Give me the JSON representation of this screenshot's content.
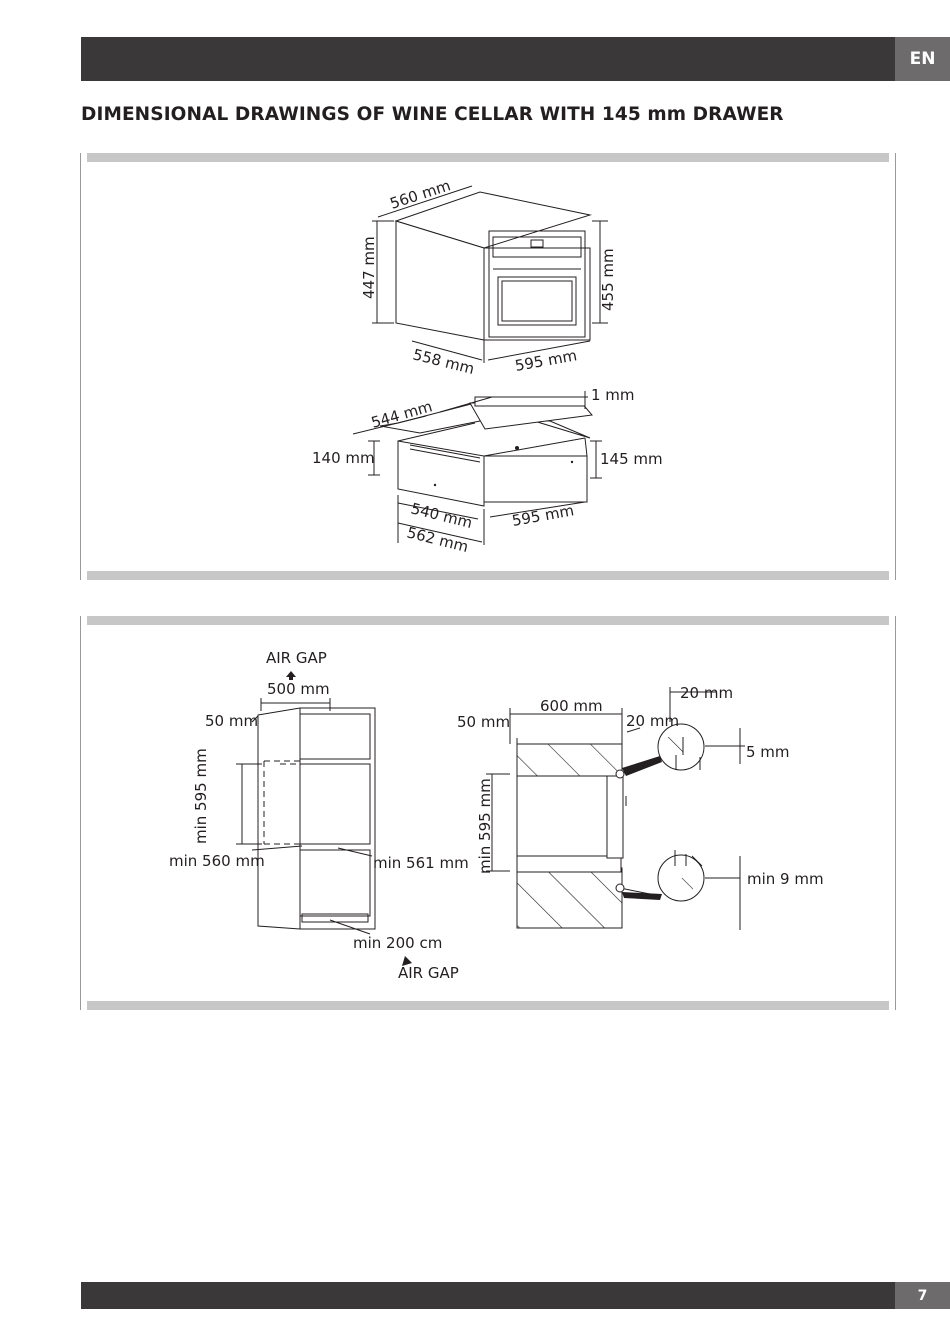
{
  "header": {
    "language_tab": "EN"
  },
  "title": "DIMENSIONAL DRAWINGS OF WINE CELLAR WITH 145 mm DRAWER",
  "figure1": {
    "cellar": {
      "width": "560 mm",
      "height_left": "447 mm",
      "height_right": "455 mm",
      "depth": "558 mm",
      "front_width": "595 mm"
    },
    "drawer": {
      "depth_top": "544 mm",
      "gap": "1 mm",
      "height_left": "140 mm",
      "height_right": "145 mm",
      "depth_inner": "540 mm",
      "depth_total": "562 mm",
      "front_width": "595 mm"
    }
  },
  "figure2": {
    "left": {
      "air_gap_top": "AIR GAP",
      "width": "500 mm",
      "offset": "50 mm",
      "height": "min 595 mm",
      "depth_left": "min 560 mm",
      "depth_right": "min 561 mm",
      "vent": "min 200 cm",
      "air_gap_bottom": "AIR GAP"
    },
    "right": {
      "offset": "50 mm",
      "width": "600 mm",
      "side_gap": "20 mm",
      "detail_top_gap": "20 mm",
      "detail_top_height": "5 mm",
      "height": "min 595 mm",
      "detail_bottom_height": "min 9 mm"
    }
  },
  "footer": {
    "page_number": "7"
  }
}
